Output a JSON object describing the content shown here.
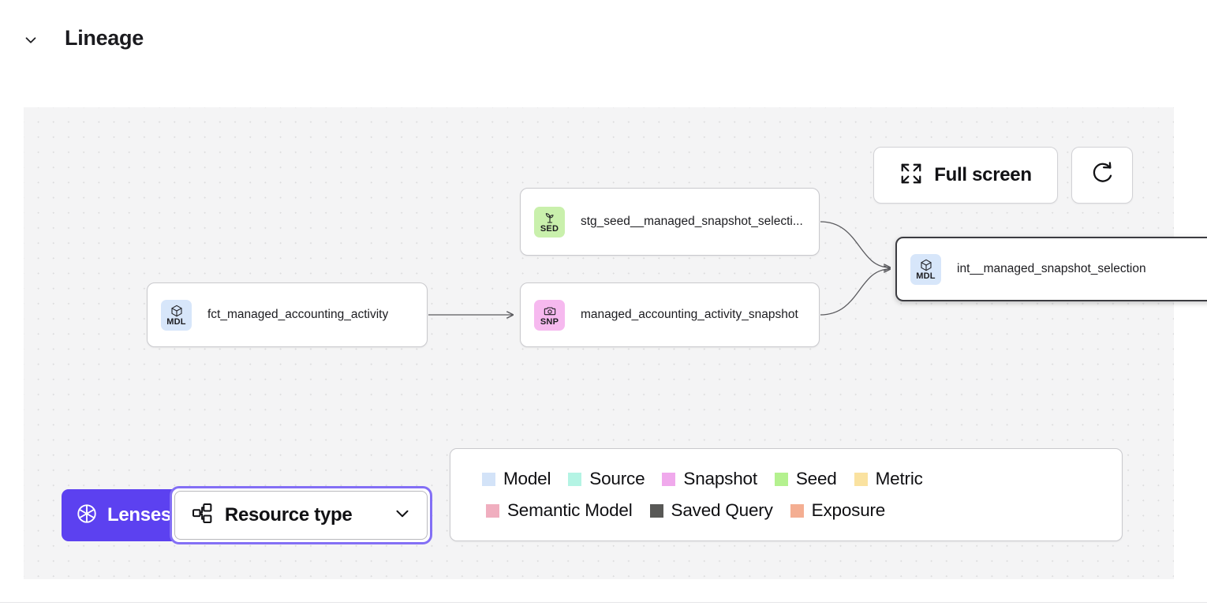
{
  "header": {
    "title": "Lineage",
    "collapse_icon": "chevron-down-icon"
  },
  "canvas": {
    "controls": {
      "fullscreen_label": "Full screen",
      "fullscreen_icon": "expand-icon",
      "refresh_icon": "refresh-icon"
    },
    "nodes": [
      {
        "id": "fct",
        "abbr": "MDL",
        "type": "Model",
        "icon": "cube-icon",
        "label": "fct_managed_accounting_activity",
        "selected": false
      },
      {
        "id": "stg",
        "abbr": "SED",
        "type": "Seed",
        "icon": "sprout-icon",
        "label": "stg_seed__managed_snapshot_selecti...",
        "selected": false
      },
      {
        "id": "snap",
        "abbr": "SNP",
        "type": "Snapshot",
        "icon": "camera-icon",
        "label": "managed_accounting_activity_snapshot",
        "selected": false
      },
      {
        "id": "int",
        "abbr": "MDL",
        "type": "Model",
        "icon": "cube-icon",
        "label": "int__managed_snapshot_selection",
        "selected": true
      }
    ]
  },
  "toolbar": {
    "lenses_label": "Lenses",
    "lenses_icon": "aperture-icon",
    "resource_type_label": "Resource type",
    "resource_type_icon": "hierarchy-icon",
    "resource_type_chevron": "chevron-down-icon"
  },
  "legend": {
    "row1": [
      {
        "label": "Model",
        "color": "#d3e3f8"
      },
      {
        "label": "Source",
        "color": "#b4f4e4"
      },
      {
        "label": "Snapshot",
        "color": "#f0a9ec"
      },
      {
        "label": "Seed",
        "color": "#b4f18f"
      },
      {
        "label": "Metric",
        "color": "#fae2a0"
      }
    ],
    "row2": [
      {
        "label": "Semantic Model",
        "color": "#f0aebf"
      },
      {
        "label": "Saved Query",
        "color": "#585856"
      },
      {
        "label": "Exposure",
        "color": "#f4ae92"
      }
    ]
  },
  "colors": {
    "accent_purple": "#5c41f0",
    "focus_ring": "#836ff5",
    "canvas_bg": "#f4f4f5",
    "node_border": "#c9c9cd",
    "selected_border": "#3c3c41",
    "edge_stroke": "#5a5a5e"
  }
}
